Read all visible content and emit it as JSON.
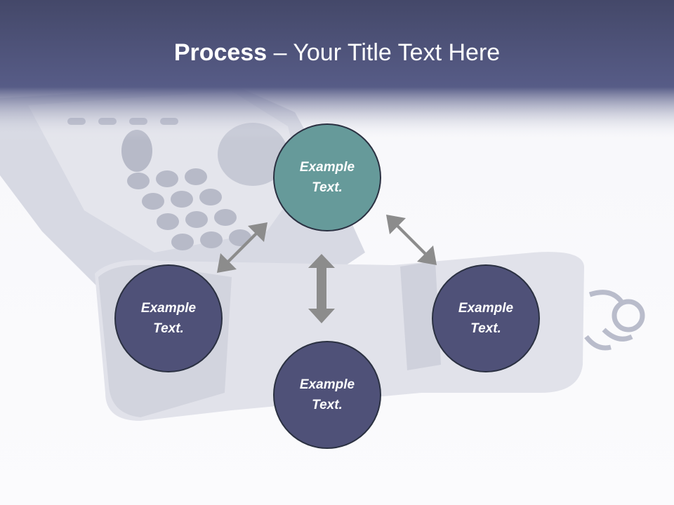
{
  "slide": {
    "title_bold": "Process",
    "title_rest": " – Your Title Text Here",
    "header_color": "#4f5178",
    "accent_node_color": "#669a9a",
    "node_color": "#4f5178",
    "arrow_color": "#8c8c8c"
  },
  "nodes": {
    "top": "Example\nText.",
    "left": "Example\nText.",
    "right": "Example\nText.",
    "bottom": "Example\nText."
  },
  "background_image": "telephone-handset-photo"
}
